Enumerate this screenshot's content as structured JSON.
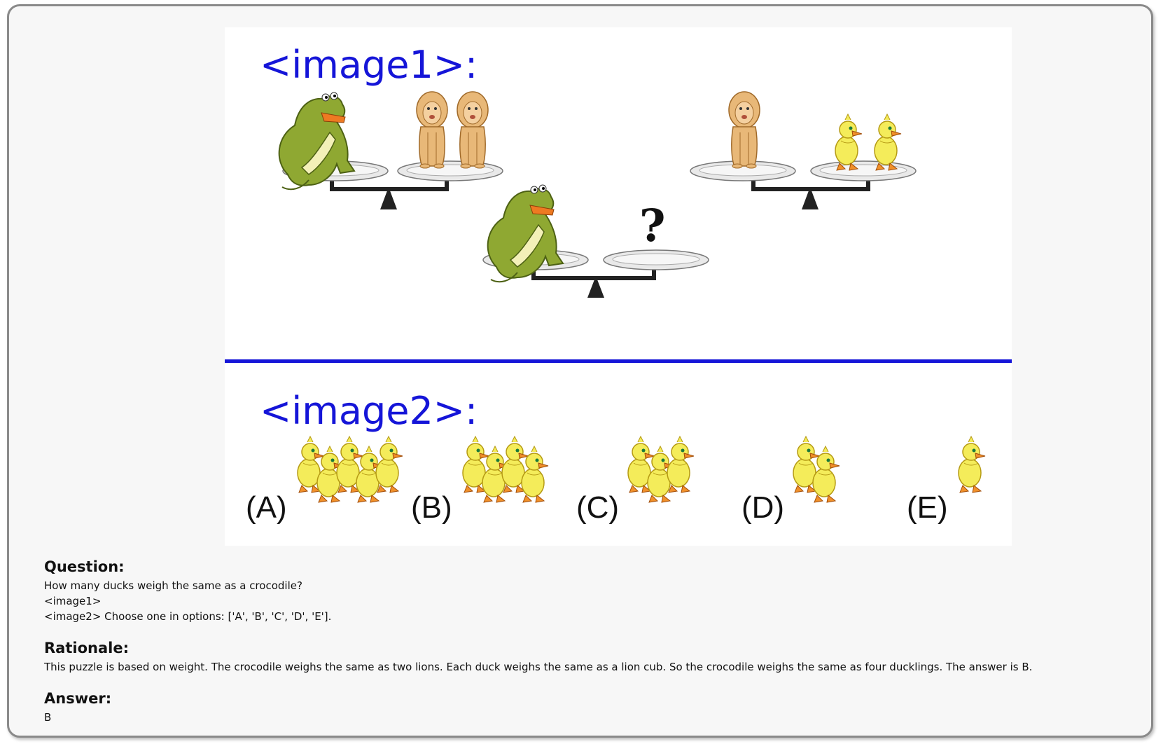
{
  "figure": {
    "image1_label": "<image1>:",
    "image2_label": "<image2>:",
    "question_mark": "?",
    "options": [
      {
        "letter": "(A)",
        "ducks": 5
      },
      {
        "letter": "(B)",
        "ducks": 4
      },
      {
        "letter": "(C)",
        "ducks": 3
      },
      {
        "letter": "(D)",
        "ducks": 2
      },
      {
        "letter": "(E)",
        "ducks": 1
      }
    ],
    "colors": {
      "label_blue": "#1515d8",
      "divider_blue": "#1515d8",
      "crocodile_green": "#8fa832",
      "lion_tan": "#e8b878",
      "duck_yellow": "#f4ec5a",
      "duck_orange": "#f0902a",
      "balance_black": "#222222"
    }
  },
  "question": {
    "heading": "Question:",
    "lines": [
      "How many ducks weigh the same as a crocodile?",
      "<image1>",
      "<image2> Choose one in options: ['A', 'B', 'C', 'D', 'E']."
    ]
  },
  "rationale": {
    "heading": "Rationale:",
    "text": "This puzzle is based on weight. The crocodile weighs the same as two lions. Each duck weighs the same as a lion cub. So the crocodile weighs the same as four ducklings. The answer is B."
  },
  "answer": {
    "heading": "Answer:",
    "text": "B"
  }
}
